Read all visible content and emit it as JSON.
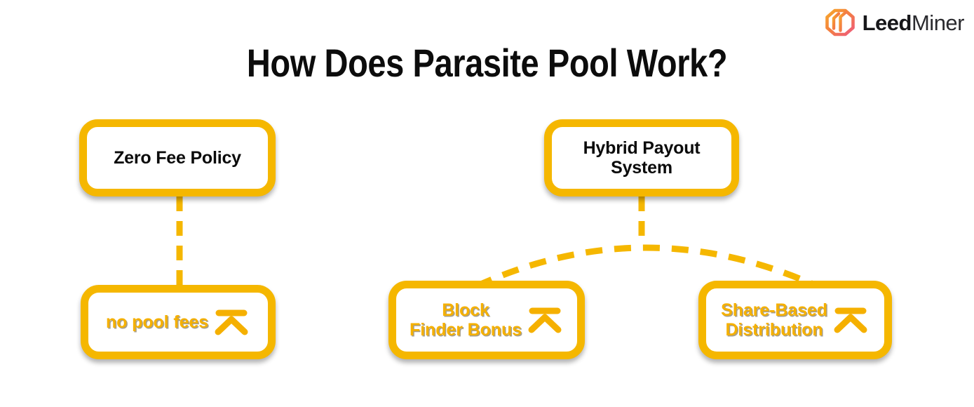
{
  "brand": {
    "name_bold": "Leed",
    "name_light": "Miner",
    "logo_icon": "leedminer-hexagon-logo",
    "gradient_from": "#F7A72B",
    "gradient_to": "#EE5A7D"
  },
  "title": "How Does Parasite Pool Work?",
  "colors": {
    "accent": "#F5B700",
    "accent_text": "#F5B000",
    "node_fill": "#FFFFFF",
    "title_text": "#0C0C0C",
    "background": "#FFFFFF"
  },
  "diagram": {
    "type": "tree",
    "nodes": [
      {
        "id": "zero-fee",
        "label": "Zero Fee Policy",
        "style": "dark-text",
        "icon": null
      },
      {
        "id": "hybrid-payout",
        "label": "Hybrid Payout\nSystem",
        "style": "dark-text",
        "icon": null
      },
      {
        "id": "no-pool-fees",
        "label": "no pool fees",
        "style": "amber-text",
        "icon": "chevron-up-collapse-icon"
      },
      {
        "id": "block-finder-bonus",
        "label": "Block\nFinder Bonus",
        "style": "amber-text",
        "icon": "chevron-up-collapse-icon"
      },
      {
        "id": "share-based-distribution",
        "label": "Share-Based\nDistribution",
        "style": "amber-text",
        "icon": "chevron-up-collapse-icon"
      }
    ],
    "edges": [
      {
        "id": "edge-zero-fee-to-no-pool-fees",
        "from": "zero-fee",
        "to": "no-pool-fees",
        "style": "dashed-vertical"
      },
      {
        "id": "edge-hybrid-to-arc",
        "from": "hybrid-payout",
        "to": "arc-apex",
        "style": "dashed-vertical"
      },
      {
        "id": "edge-arc-block-finder-to-share-based",
        "from": "block-finder-bonus",
        "to": "share-based-distribution",
        "style": "dashed-arc"
      }
    ]
  }
}
